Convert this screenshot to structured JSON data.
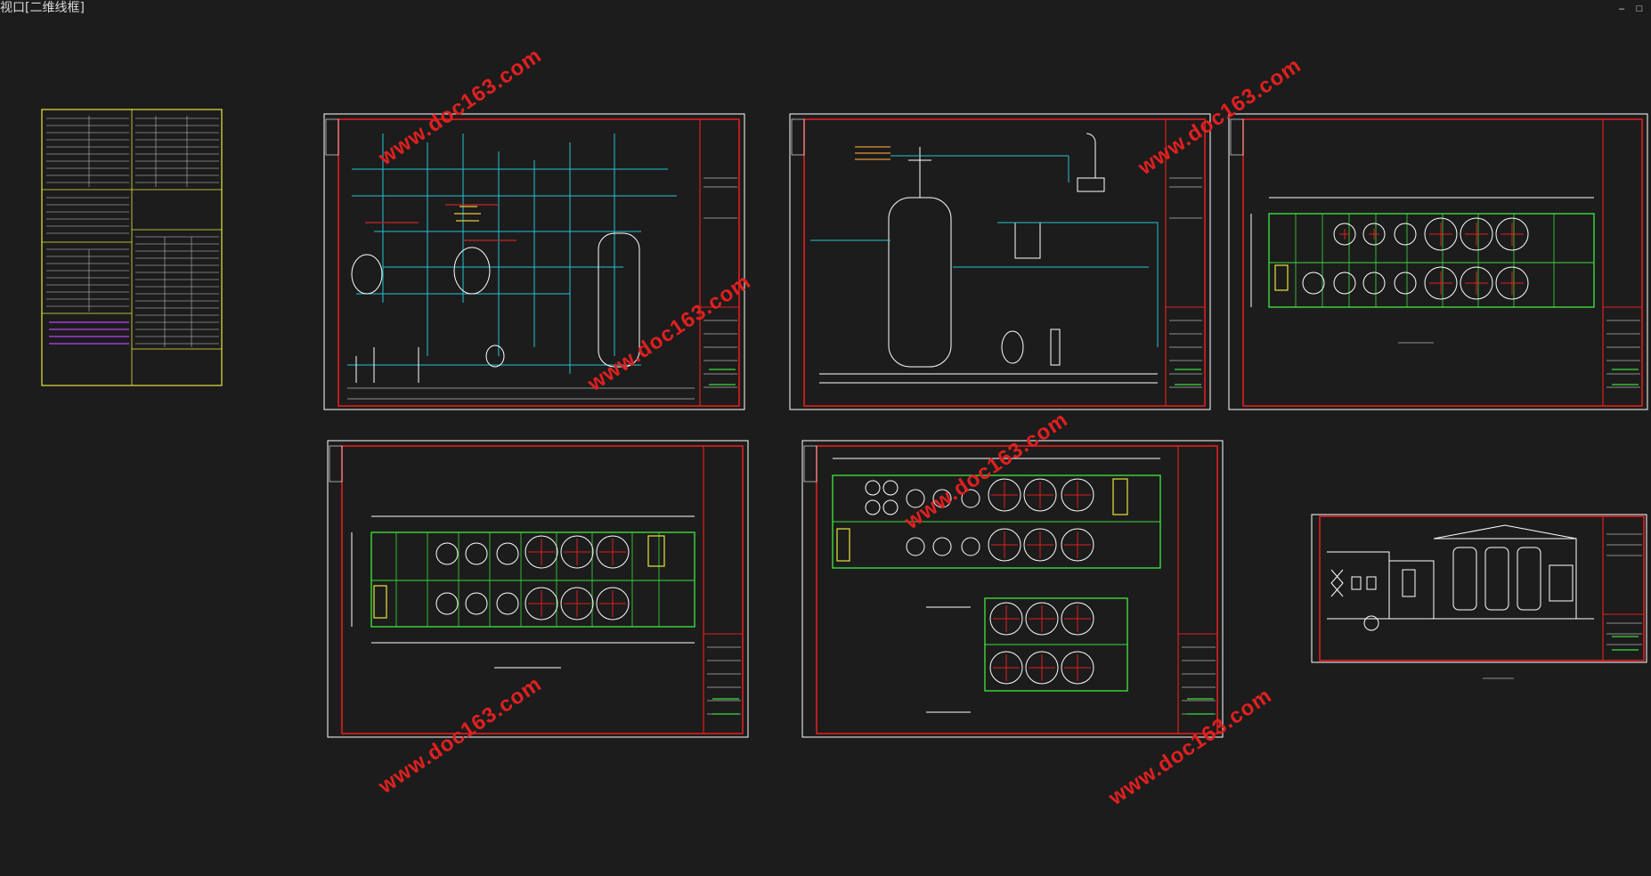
{
  "viewport": {
    "label": "视口[二维线框]"
  },
  "window_controls": {
    "minimize": "–",
    "maximize": "□"
  },
  "watermark": {
    "text": "www.doc163.com"
  },
  "colors": {
    "background": "#1c1c1c",
    "sheet_border": "#ffffff",
    "drawing_frame": "#e01e1e",
    "legend_frame": "#e6e63c",
    "pipe_cyan": "#22c3d6",
    "wall_green": "#3ddc3d",
    "watermark_red": "#e02020"
  },
  "sheets": [
    {
      "id": "legend-sheet",
      "type": "legend"
    },
    {
      "id": "pid-sheet-1",
      "type": "process-flow"
    },
    {
      "id": "pid-sheet-2",
      "type": "process-flow"
    },
    {
      "id": "plan-sheet-1",
      "type": "floor-plan"
    },
    {
      "id": "plan-sheet-2",
      "type": "floor-plan"
    },
    {
      "id": "plan-sheet-3",
      "type": "floor-plan"
    },
    {
      "id": "section-sheet",
      "type": "elevation"
    }
  ]
}
